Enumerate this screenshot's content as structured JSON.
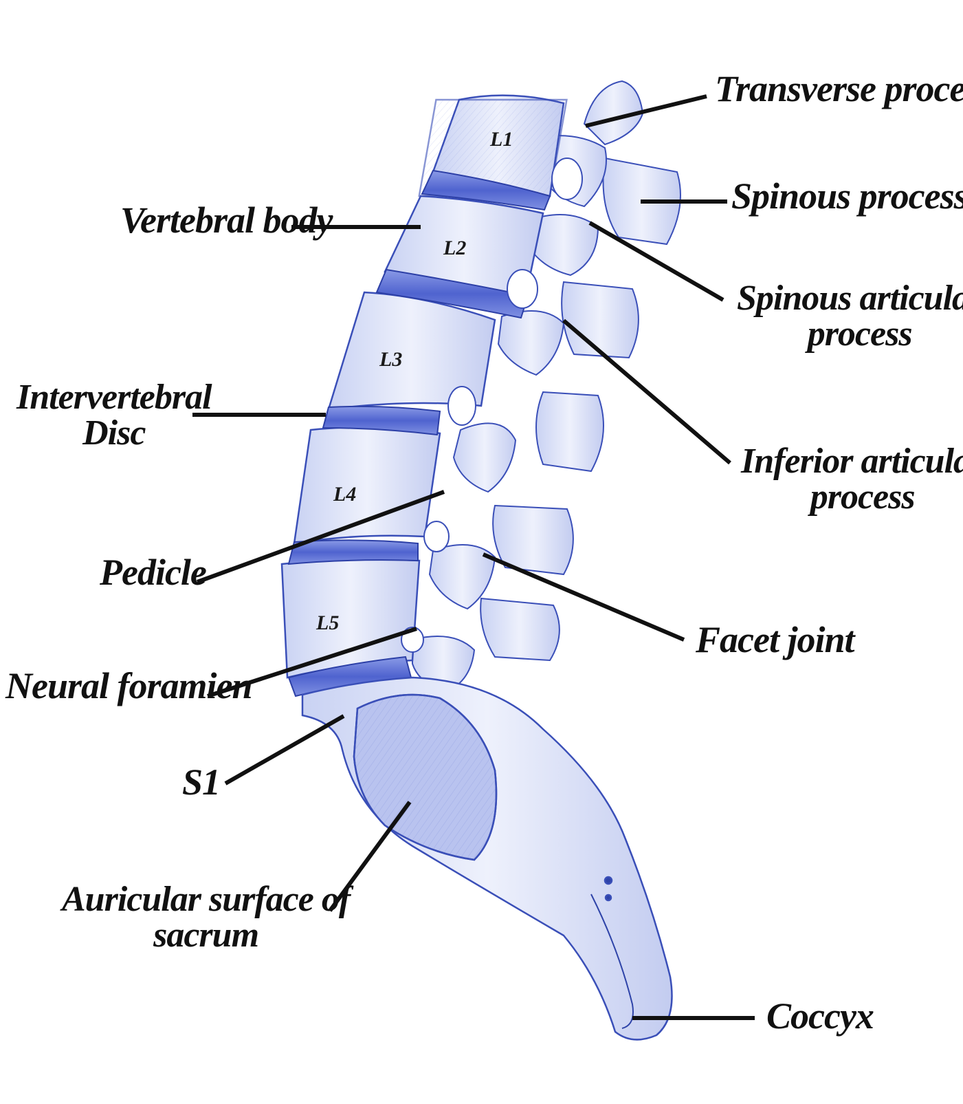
{
  "diagram": {
    "colors": {
      "bone_fill": "#dde3f8",
      "bone_stroke": "#3a4fb8",
      "disc_fill": "#5b6fd6",
      "leader": "#111111",
      "text": "#111111"
    },
    "vertebra_labels": {
      "l1": "L1",
      "l2": "L2",
      "l3": "L3",
      "l4": "L4",
      "l5": "L5"
    },
    "labels": {
      "transverse_process": "Transverse process",
      "spinous_process": "Spinous process",
      "vertebral_body": "Vertebral body",
      "spinous_articular_process": {
        "line1": "Spinous articular",
        "line2": "process"
      },
      "intervertebral_disc": {
        "line1": "Intervertebral",
        "line2": "Disc"
      },
      "inferior_articular_process": {
        "line1": "Inferior articular",
        "line2": "process"
      },
      "pedicle": "Pedicle",
      "facet_joint": "Facet joint",
      "neural_foramen": "Neural foramien",
      "s1": "S1",
      "auricular_surface": {
        "line1": "Auricular surface of",
        "line2": "sacrum"
      },
      "coccyx": "Coccyx"
    }
  }
}
